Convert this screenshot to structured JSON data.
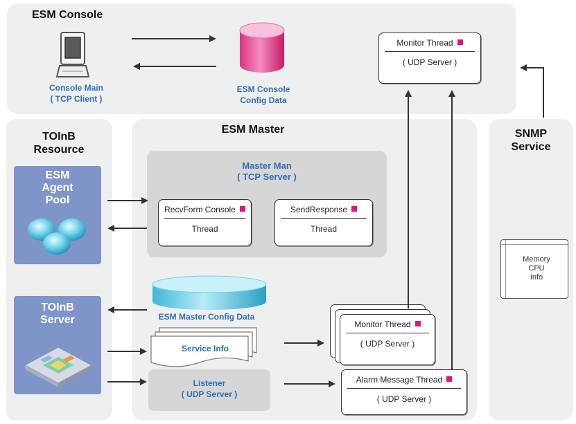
{
  "esm_console": {
    "title": "ESM Console",
    "console_main": [
      "Console Main",
      "( TCP Client )"
    ],
    "config_data": [
      "ESM Console",
      "Config Data"
    ],
    "monitor_thread": {
      "title": "Monitor Thread",
      "sub": "( UDP Server )"
    }
  },
  "toinb_resource": {
    "title": [
      "TOInB",
      "Resource"
    ],
    "agent_pool": [
      "ESM",
      "Agent",
      "Pool"
    ],
    "server": [
      "TOInB",
      "Server"
    ]
  },
  "esm_master": {
    "title": "ESM  Master",
    "master_man": [
      "Master  Man",
      "( TCP Server )"
    ],
    "recv_thread": {
      "title": "RecvForm Console",
      "sub": "Thread"
    },
    "send_thread": {
      "title": "SendResponse",
      "sub": "Thread"
    },
    "config_data": "ESM Master Config Data",
    "service_info": "Service Info",
    "listener": [
      "Listener",
      "( UDP Server )"
    ],
    "monitor_thread": {
      "title": "Monitor Thread",
      "sub": "( UDP Server )"
    },
    "alarm_thread": {
      "title": "Alarm Message Thread",
      "sub": "( UDP Server )"
    }
  },
  "snmp": {
    "title": [
      "SNMP",
      "Service"
    ],
    "info": [
      "Memory",
      "CPU",
      "Info"
    ]
  },
  "colors": {
    "panel": "#eef0ef",
    "label_blue": "#2f6fb3",
    "marker_pink": "#e0157b",
    "resource_box": "#7f95c9"
  }
}
